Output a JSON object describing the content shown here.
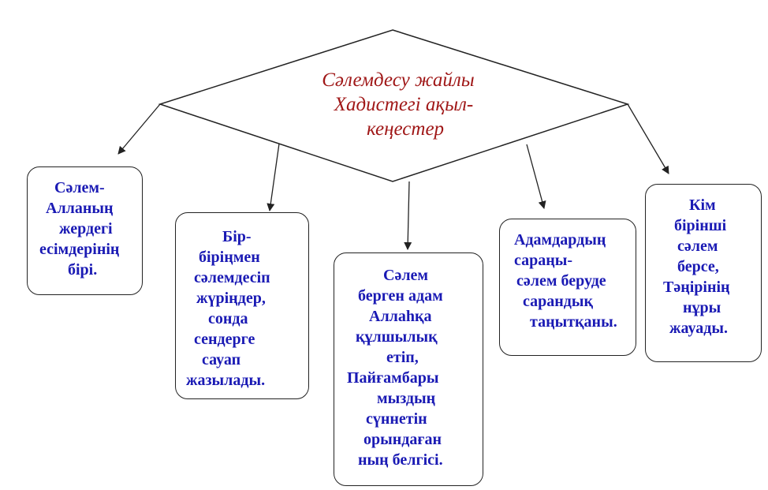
{
  "diagram": {
    "title_lines": [
      "Сәлемдесу жайлы",
      "Хадистегі ақыл-",
      "кеңестер"
    ],
    "colors": {
      "title": "#a01818",
      "box_text": "#1a1ab4",
      "stroke": "#222222"
    },
    "boxes": [
      {
        "lines": [
          "Сәлем-",
          "Алланың",
          "жердегі",
          "есімдерінің",
          "бірі."
        ]
      },
      {
        "lines": [
          "Бір-",
          "біріңмен",
          "сәлемдесіп",
          "жүріңдер,",
          "сонда",
          "сендерге",
          "сауап",
          "жазылады."
        ]
      },
      {
        "lines": [
          "Сәлем",
          "берген адам",
          "Аллаһқа",
          "құлшылық",
          "етіп,",
          "Пайғамбары",
          "мыздың",
          "сүннетін",
          "орындаған",
          "ның белгісі."
        ]
      },
      {
        "lines": [
          "Адамдардың",
          "сараңы-",
          "сәлем беруде",
          "сарандық",
          "таңытқаны."
        ]
      },
      {
        "lines": [
          "Кім",
          "бірінші",
          "сәлем",
          "берсе,",
          "Тәңірінің",
          "нұры",
          "жауады."
        ]
      }
    ]
  }
}
